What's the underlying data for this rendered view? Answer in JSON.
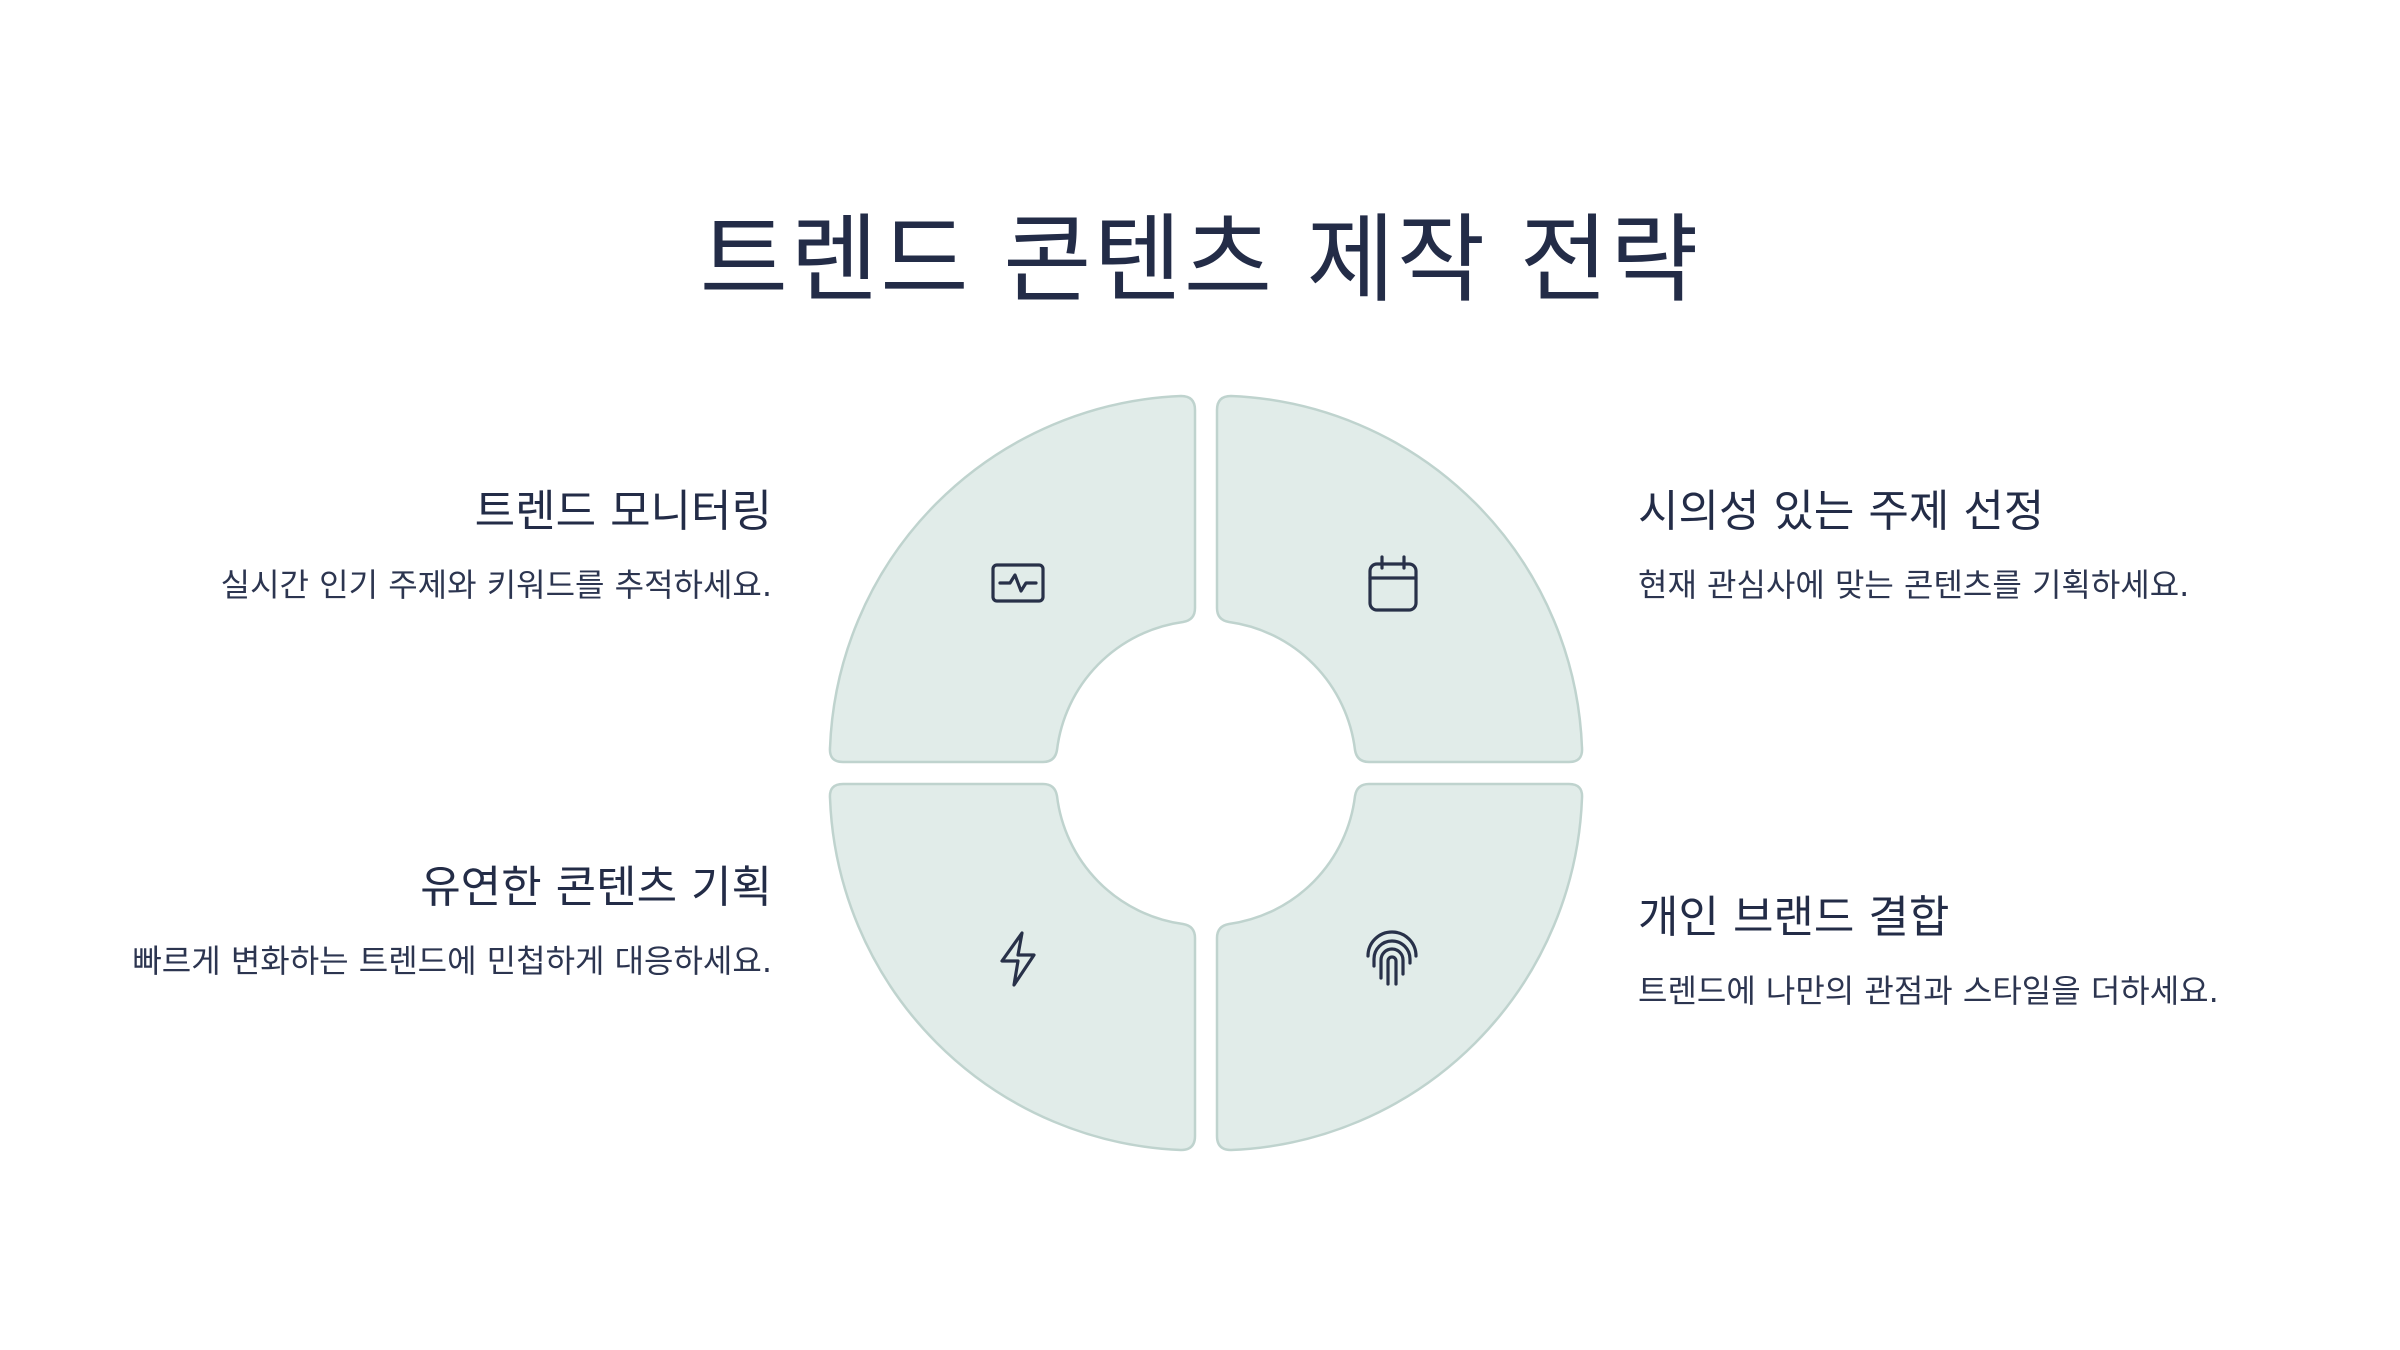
{
  "title": "트렌드 콘텐츠 제작 전략",
  "quadrants": [
    {
      "position": "top-left",
      "icon": "activity-monitor-icon",
      "heading": "트렌드 모니터링",
      "description": "실시간 인기 주제와 키워드를 추적하세요."
    },
    {
      "position": "top-right",
      "icon": "calendar-icon",
      "heading": "시의성 있는 주제 선정",
      "description": "현재 관심사에 맞는 콘텐츠를 기획하세요."
    },
    {
      "position": "bottom-left",
      "icon": "lightning-bolt-icon",
      "heading": "유연한 콘텐츠 기획",
      "description": "빠르게 변화하는 트렌드에 민첩하게 대응하세요."
    },
    {
      "position": "bottom-right",
      "icon": "fingerprint-icon",
      "heading": "개인 브랜드 결합",
      "description": "트렌드에 나만의 관점과 스타일을 더하세요."
    }
  ],
  "colors": {
    "quadrant_fill": "#e1ece9",
    "quadrant_stroke": "#bfd3ce",
    "text": "#232c47"
  }
}
